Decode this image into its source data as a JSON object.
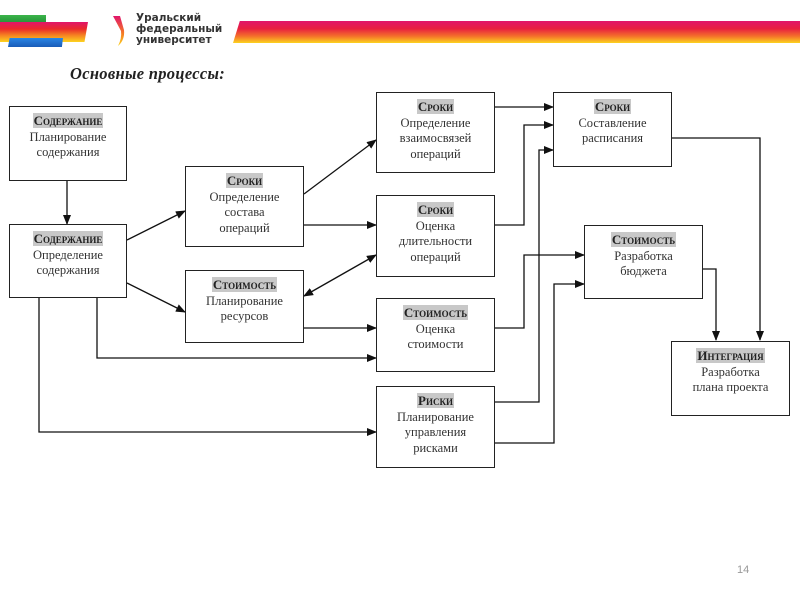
{
  "header": {
    "university_name_lines": [
      "Уральский",
      "федеральный",
      "университет"
    ],
    "brand_colors": {
      "green": "#2e9e3e",
      "magenta": "#e0156b",
      "red": "#ea2a2a",
      "orange": "#f57f22",
      "yellow": "#fcd31f",
      "blue": "#1e6fd0"
    }
  },
  "slide": {
    "title": "Основные процессы:",
    "page_number": "14"
  },
  "diagram": {
    "nodes": [
      {
        "id": "scope-planning",
        "category": "Содержание",
        "lines": [
          "Планирование",
          "содержания"
        ]
      },
      {
        "id": "scope-definition",
        "category": "Содержание",
        "lines": [
          "Определение",
          "содержания"
        ]
      },
      {
        "id": "activity-definition",
        "category": "Сроки",
        "lines": [
          "Определение",
          "состава",
          "операций"
        ]
      },
      {
        "id": "resource-planning",
        "category": "Стоимость",
        "lines": [
          "Планирование",
          "ресурсов"
        ]
      },
      {
        "id": "activity-sequencing",
        "category": "Сроки",
        "lines": [
          "Определение",
          "взаимосвязей",
          "операций"
        ]
      },
      {
        "id": "duration-estimating",
        "category": "Сроки",
        "lines": [
          "Оценка",
          "длительности",
          "операций"
        ]
      },
      {
        "id": "cost-estimating",
        "category": "Стоимость",
        "lines": [
          "Оценка",
          "стоимости"
        ]
      },
      {
        "id": "risk-planning",
        "category": "Риски",
        "lines": [
          "Планирование",
          "управления",
          "рисками"
        ]
      },
      {
        "id": "schedule-development",
        "category": "Сроки",
        "lines": [
          "Составление",
          "расписания"
        ]
      },
      {
        "id": "budget-development",
        "category": "Стоимость",
        "lines": [
          "Разработка",
          "бюджета"
        ]
      },
      {
        "id": "plan-development",
        "category": "Интеграция",
        "lines": [
          "Разработка",
          "плана проекта"
        ]
      }
    ],
    "edges": [
      {
        "from": "scope-planning",
        "to": "scope-definition"
      },
      {
        "from": "scope-definition",
        "to": "activity-definition"
      },
      {
        "from": "scope-definition",
        "to": "resource-planning"
      },
      {
        "from": "scope-definition",
        "to": "cost-estimating"
      },
      {
        "from": "scope-definition",
        "to": "risk-planning"
      },
      {
        "from": "activity-definition",
        "to": "activity-sequencing"
      },
      {
        "from": "activity-definition",
        "to": "duration-estimating"
      },
      {
        "from": "resource-planning",
        "to": "duration-estimating",
        "bidirectional": true
      },
      {
        "from": "resource-planning",
        "to": "cost-estimating"
      },
      {
        "from": "activity-sequencing",
        "to": "schedule-development"
      },
      {
        "from": "duration-estimating",
        "to": "schedule-development"
      },
      {
        "from": "risk-planning",
        "to": "schedule-development"
      },
      {
        "from": "cost-estimating",
        "to": "budget-development"
      },
      {
        "from": "risk-planning",
        "to": "budget-development"
      },
      {
        "from": "budget-development",
        "to": "plan-development"
      },
      {
        "from": "schedule-development",
        "to": "plan-development"
      }
    ]
  }
}
